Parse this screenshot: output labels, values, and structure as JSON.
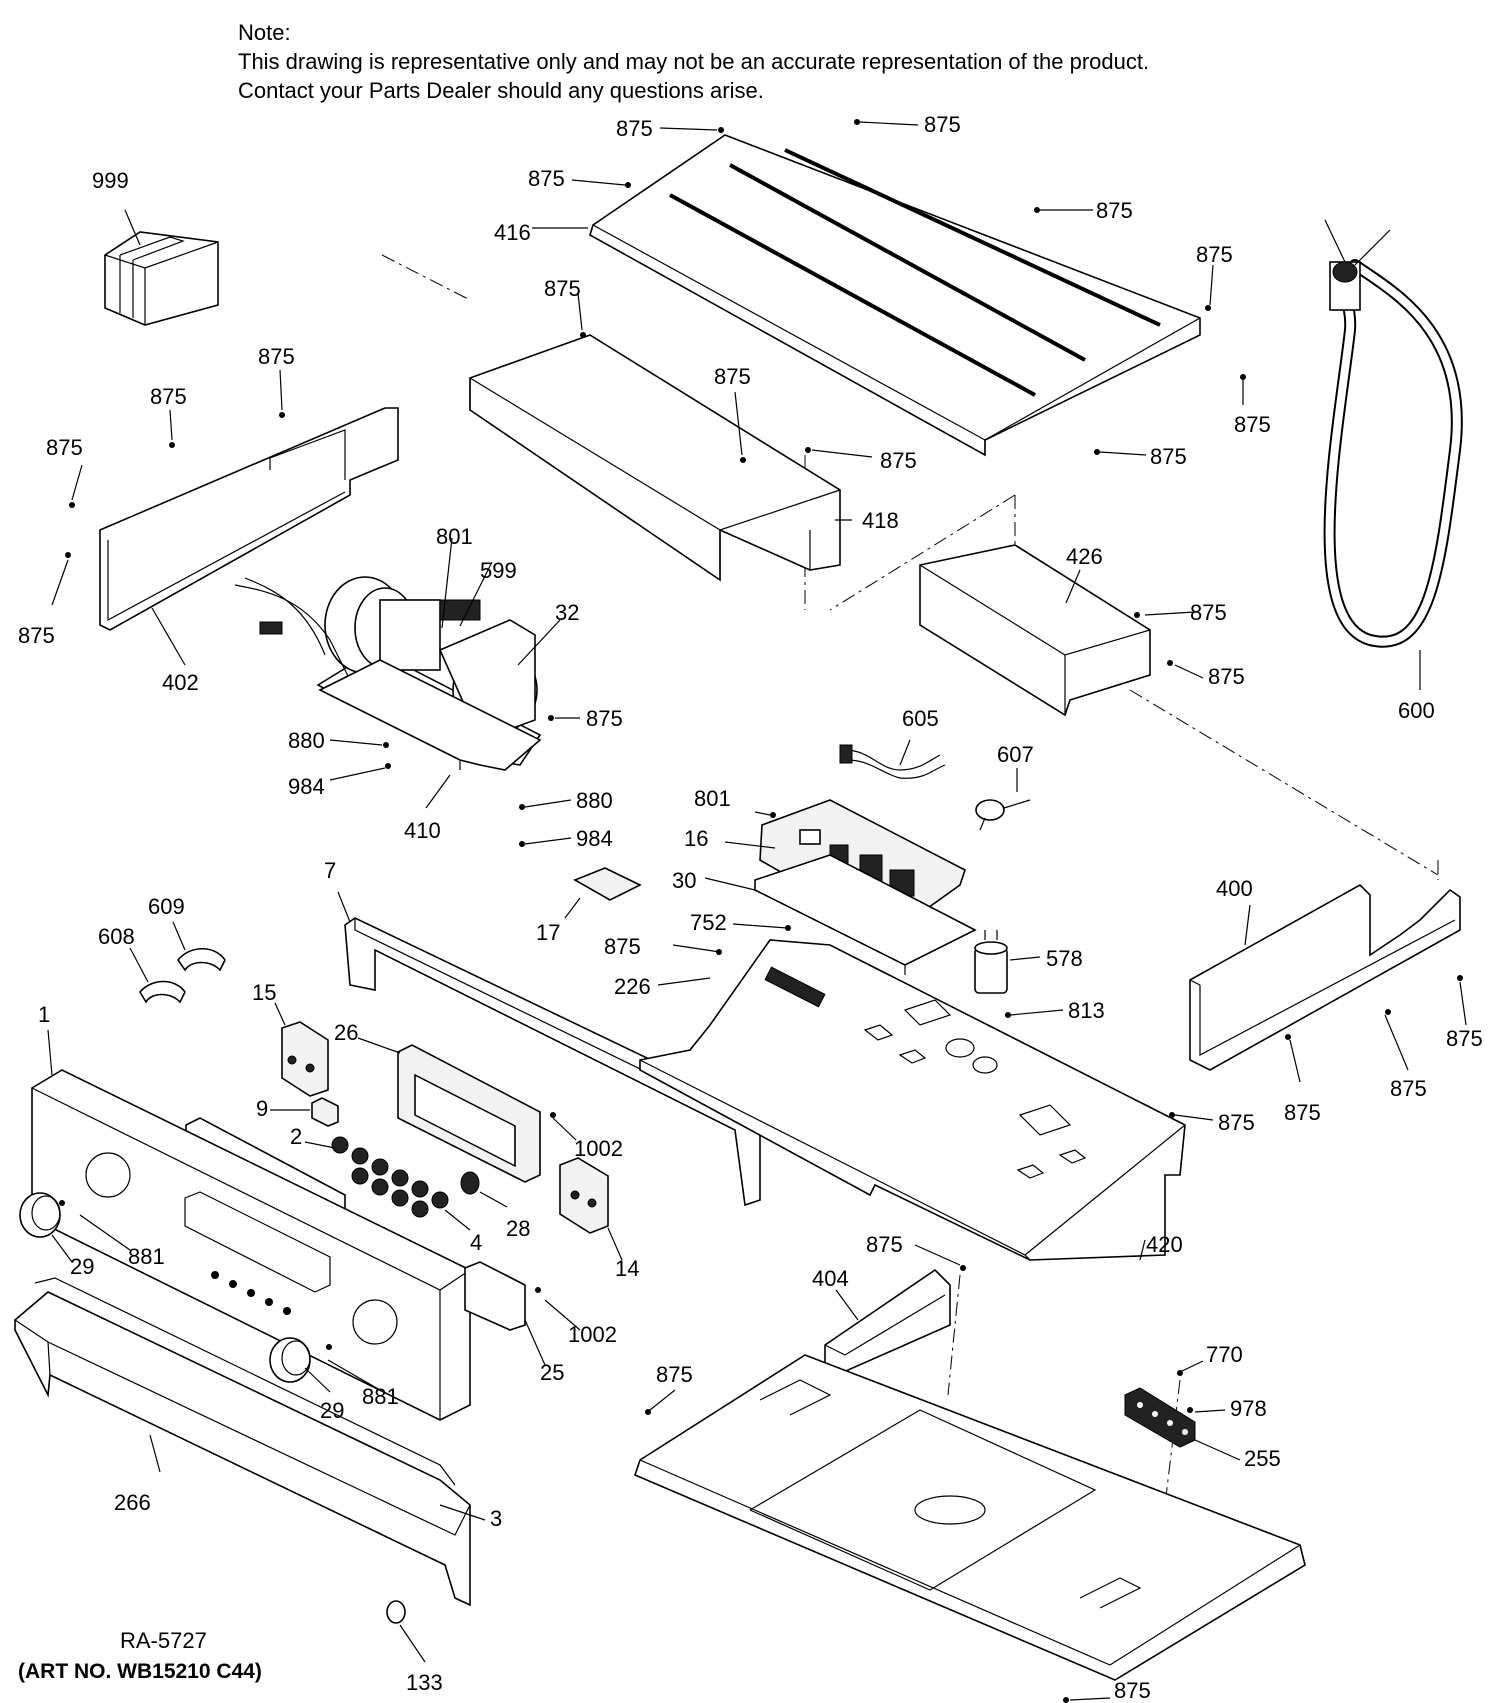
{
  "note": {
    "heading": "Note:",
    "line1": "This drawing is representative only and may not be an accurate representation of the product.",
    "line2": "Contact your Parts Dealer should any questions arise."
  },
  "callouts": [
    {
      "id": "c999",
      "label": "999"
    },
    {
      "id": "c875_top1",
      "label": "875"
    },
    {
      "id": "c875_top2",
      "label": "875"
    },
    {
      "id": "c875_top3",
      "label": "875"
    },
    {
      "id": "c416",
      "label": "416"
    },
    {
      "id": "c875_top4",
      "label": "875"
    },
    {
      "id": "c875_top5",
      "label": "875"
    },
    {
      "id": "c875_top6",
      "label": "875"
    },
    {
      "id": "c875_top7",
      "label": "875"
    },
    {
      "id": "c875_left1",
      "label": "875"
    },
    {
      "id": "c875_left2",
      "label": "875"
    },
    {
      "id": "c875_left3",
      "label": "875"
    },
    {
      "id": "c875_left4",
      "label": "875"
    },
    {
      "id": "c875_mid1",
      "label": "875"
    },
    {
      "id": "c875_mid2",
      "label": "875"
    },
    {
      "id": "c875_top8",
      "label": "875"
    },
    {
      "id": "c418",
      "label": "418"
    },
    {
      "id": "c402",
      "label": "402"
    },
    {
      "id": "c801a",
      "label": "801"
    },
    {
      "id": "c599",
      "label": "599"
    },
    {
      "id": "c32",
      "label": "32"
    },
    {
      "id": "c426",
      "label": "426"
    },
    {
      "id": "c875_426a",
      "label": "875"
    },
    {
      "id": "c875_426b",
      "label": "875"
    },
    {
      "id": "c600",
      "label": "600"
    },
    {
      "id": "c875_fan",
      "label": "875"
    },
    {
      "id": "c880a",
      "label": "880"
    },
    {
      "id": "c984a",
      "label": "984"
    },
    {
      "id": "c410",
      "label": "410"
    },
    {
      "id": "c880b",
      "label": "880"
    },
    {
      "id": "c984b",
      "label": "984"
    },
    {
      "id": "c605",
      "label": "605"
    },
    {
      "id": "c607",
      "label": "607"
    },
    {
      "id": "c801b",
      "label": "801"
    },
    {
      "id": "c16",
      "label": "16"
    },
    {
      "id": "c30",
      "label": "30"
    },
    {
      "id": "c17",
      "label": "17"
    },
    {
      "id": "c752",
      "label": "752"
    },
    {
      "id": "c7",
      "label": "7"
    },
    {
      "id": "c609",
      "label": "609"
    },
    {
      "id": "c608",
      "label": "608"
    },
    {
      "id": "c875_226",
      "label": "875"
    },
    {
      "id": "c226",
      "label": "226"
    },
    {
      "id": "c578",
      "label": "578"
    },
    {
      "id": "c813",
      "label": "813"
    },
    {
      "id": "c400",
      "label": "400"
    },
    {
      "id": "c875_400a",
      "label": "875"
    },
    {
      "id": "c875_400b",
      "label": "875"
    },
    {
      "id": "c875_400c",
      "label": "875"
    },
    {
      "id": "c15",
      "label": "15"
    },
    {
      "id": "c26",
      "label": "26"
    },
    {
      "id": "c1",
      "label": "1"
    },
    {
      "id": "c9",
      "label": "9"
    },
    {
      "id": "c2",
      "label": "2"
    },
    {
      "id": "c1002a",
      "label": "1002"
    },
    {
      "id": "c875_420",
      "label": "875"
    },
    {
      "id": "c28",
      "label": "28"
    },
    {
      "id": "c4",
      "label": "4"
    },
    {
      "id": "c14",
      "label": "14"
    },
    {
      "id": "c420",
      "label": "420"
    },
    {
      "id": "c29a",
      "label": "29"
    },
    {
      "id": "c881a",
      "label": "881"
    },
    {
      "id": "c875_404",
      "label": "875"
    },
    {
      "id": "c404",
      "label": "404"
    },
    {
      "id": "c1002b",
      "label": "1002"
    },
    {
      "id": "c25",
      "label": "25"
    },
    {
      "id": "c770",
      "label": "770"
    },
    {
      "id": "c875_base",
      "label": "875"
    },
    {
      "id": "c978",
      "label": "978"
    },
    {
      "id": "c29b",
      "label": "29"
    },
    {
      "id": "c881b",
      "label": "881"
    },
    {
      "id": "c255",
      "label": "255"
    },
    {
      "id": "c266",
      "label": "266"
    },
    {
      "id": "c3",
      "label": "3"
    },
    {
      "id": "c133",
      "label": "133"
    },
    {
      "id": "c875_bottom",
      "label": "875"
    }
  ],
  "footer": {
    "ra": "RA-5727",
    "art": "(ART NO. WB15210 C44)"
  }
}
